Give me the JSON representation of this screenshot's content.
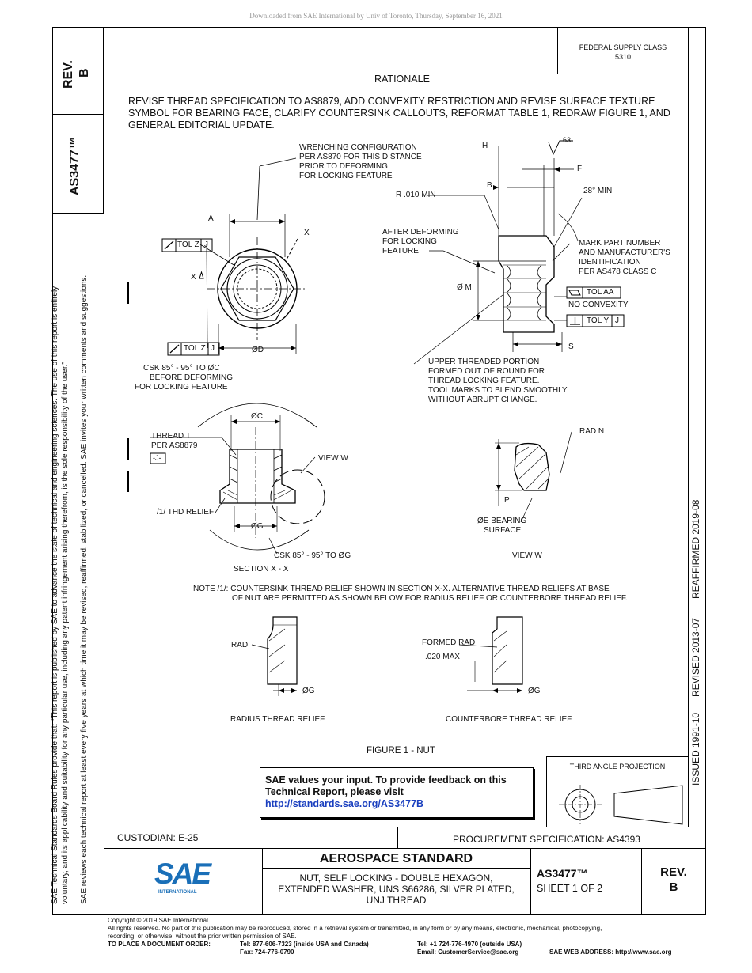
{
  "download_banner": "Downloaded from SAE International by Univ of Toronto, Thursday, September 16, 2021",
  "left_margin": {
    "line1": "SAE Technical Standards Board Rules provide that: “This report is published by SAE to advance the state of technical and engineering sciences. The use of this report is entirely",
    "line2": "voluntary, and its applicability and suitability for any particular use, including any patent infringement arising therefrom, is the sole responsibility of the user.”",
    "line3": "SAE reviews each technical report at least every five years at which time it may be revised, reaffirmed, stabilized, or cancelled. SAE invites your written comments and suggestions."
  },
  "left_column": {
    "rev_label": "REV.",
    "rev_value": "B",
    "doc_number": "AS3477™"
  },
  "federal_supply": {
    "label": "FEDERAL SUPPLY CLASS",
    "value": "5310"
  },
  "right_strip": {
    "issued": "ISSUED 1991-10",
    "revised": "REVISED 2013-07",
    "reaffirmed": "REAFFIRMED 2019-08"
  },
  "rationale": {
    "heading": "RATIONALE",
    "line1": "REVISE THREAD SPECIFICATION TO AS8879, ADD CONVEXITY RESTRICTION AND REVISE SURFACE TEXTURE",
    "line2": "SYMBOL FOR BEARING FACE, CLARIFY COUNTERSINK CALLOUTS, REFORMAT TABLE 1, REDRAW FIGURE 1,  AND",
    "line3": "GENERAL EDITORIAL UPDATE."
  },
  "drawing_labels": {
    "wrench1": "WRENCHING CONFIGURATION",
    "wrench2": "PER AS870 FOR THIS DISTANCE",
    "wrench3": "PRIOR TO DEFORMING",
    "wrench4": "FOR LOCKING FEATURE",
    "label_a": "A",
    "label_x": "X",
    "label_x2": "X",
    "tol_z": "TOL Z",
    "datum_j": "J",
    "dia_d": "ØD",
    "csk1_1": "CSK 85° - 95° TO ØC",
    "csk1_2": "BEFORE DEFORMING",
    "csk1_3": "FOR LOCKING FEATURE",
    "label_h": "H",
    "rough_63": "63",
    "label_f": "F",
    "label_b": "B",
    "r010": "R .010 MIN",
    "angle28": "28° MIN",
    "after1": "AFTER DEFORMING",
    "after2": "FOR LOCKING",
    "after3": "FEATURE",
    "mark1": "MARK PART NUMBER",
    "mark2": "AND MANUFACTURER'S",
    "mark3": "IDENTIFICATION",
    "mark4": "PER AS478 CLASS C",
    "dia_m": "Ø M",
    "tol_aa": "TOL AA",
    "no_convexity": "NO CONVEXITY",
    "tol_y": "TOL Y",
    "label_s": "S",
    "upper1": "UPPER THREADED PORTION",
    "upper2": "FORMED OUT OF ROUND FOR",
    "upper3": "THREAD LOCKING FEATURE.",
    "upper4": "TOOL MARKS TO BLEND SMOOTHLY",
    "upper5": "WITHOUT ABRUPT CHANGE.",
    "dia_c": "ØC",
    "thread_t": "THREAD T",
    "per_as8879": "PER AS8879",
    "datum_j_box": "-J-",
    "view_w_callout": "VIEW  W",
    "thd_relief": "/1/ THD RELIEF",
    "dia_g": "ØG",
    "csk2": "CSK 85° - 95° TO ØG",
    "section": "SECTION X - X",
    "rad_n": "RAD N",
    "label_p": "P",
    "bearing1": "ØE BEARING",
    "bearing2": "SURFACE",
    "view_w": "VIEW  W",
    "note1": "NOTE /1/:  COUNTERSINK THREAD RELIEF SHOWN IN SECTION X-X.  ALTERNATIVE THREAD RELIEFS AT BASE",
    "note2": "OF NUT ARE PERMITTED AS SHOWN BELOW FOR RADIUS RELIEF OR COUNTERBORE THREAD RELIEF.",
    "rad": "RAD",
    "formed_rad": "FORMED RAD",
    "max020": ".020 MAX",
    "radius_relief": "RADIUS THREAD RELIEF",
    "counterbore_relief": "COUNTERBORE THREAD RELIEF",
    "figure": "FIGURE 1 - NUT"
  },
  "feedback": {
    "line1": "SAE values your input. To provide feedback on this",
    "line2": "Technical Report, please visit",
    "link": "http://standards.sae.org/AS3477B"
  },
  "third_angle": "THIRD ANGLE PROJECTION",
  "title_block": {
    "custodian": "CUSTODIAN: E-25",
    "procurement": "PROCUREMENT SPECIFICATION: AS4393",
    "standard": "AEROSPACE STANDARD",
    "desc1": "NUT, SELF LOCKING - DOUBLE HEXAGON,",
    "desc2": "EXTENDED WASHER, UNS S66286, SILVER PLATED,",
    "desc3": "UNJ THREAD",
    "doc": "AS3477™",
    "sheet": "SHEET 1 OF 2",
    "rev_label": "REV.",
    "rev_value": "B",
    "logo_text": "SAE",
    "logo_sub": "INTERNATIONAL"
  },
  "footer": {
    "copyright": "Copyright © 2019 SAE International",
    "rights1": "All rights reserved. No part of this publication may be reproduced, stored in a retrieval system or transmitted, in any form or by any means, electronic, mechanical, photocopying,",
    "rights2": "recording, or otherwise, without the prior written permission of SAE.",
    "order_label": "TO PLACE A DOCUMENT ORDER:",
    "tel_usa": "Tel: 877-606-7323 (inside USA and Canada)",
    "fax": "Fax: 724-776-0790",
    "tel_outside": "Tel: +1 724-776-4970 (outside USA)",
    "email": "Email: CustomerService@sae.org",
    "web": "SAE WEB ADDRESS: http://www.sae.org"
  },
  "colors": {
    "sae_blue": "#1a6fb8",
    "link_blue": "#1a3fbf"
  }
}
